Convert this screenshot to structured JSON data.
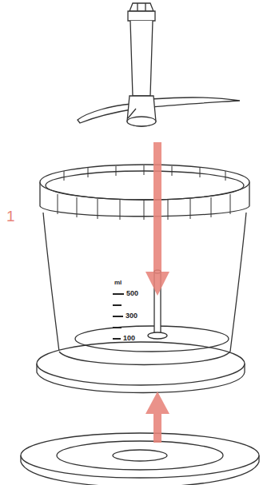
{
  "diagram": {
    "labels": [
      "1",
      "ml",
      "500",
      "300",
      "100"
    ]
  }
}
